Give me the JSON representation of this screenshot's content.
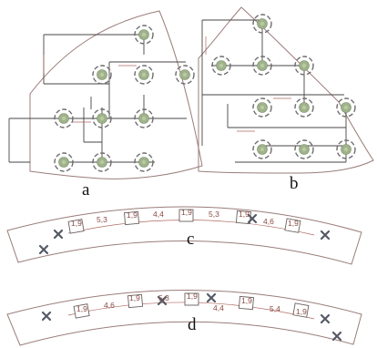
{
  "panels": [
    {
      "id": "a",
      "label": "a"
    },
    {
      "id": "b",
      "label": "b"
    },
    {
      "id": "c",
      "label": "c"
    },
    {
      "id": "d",
      "label": "d"
    }
  ],
  "strip_c": {
    "dimensions": [
      "1,9",
      "5,3",
      "1,9",
      "4,4",
      "1,9",
      "5,3",
      "1,9",
      "4,6",
      "1,9"
    ]
  },
  "strip_d": {
    "dimensions": [
      "1,9",
      "4,6",
      "1,9",
      "5,3",
      "1,9",
      "4,4",
      "1,9",
      "5,4",
      "1,9"
    ]
  },
  "colors": {
    "outline": "#9a7d7a",
    "wire": "#4a4444",
    "led": "#9fb38a",
    "dimension_text": "#8a4a44",
    "cross": "#555a66"
  }
}
